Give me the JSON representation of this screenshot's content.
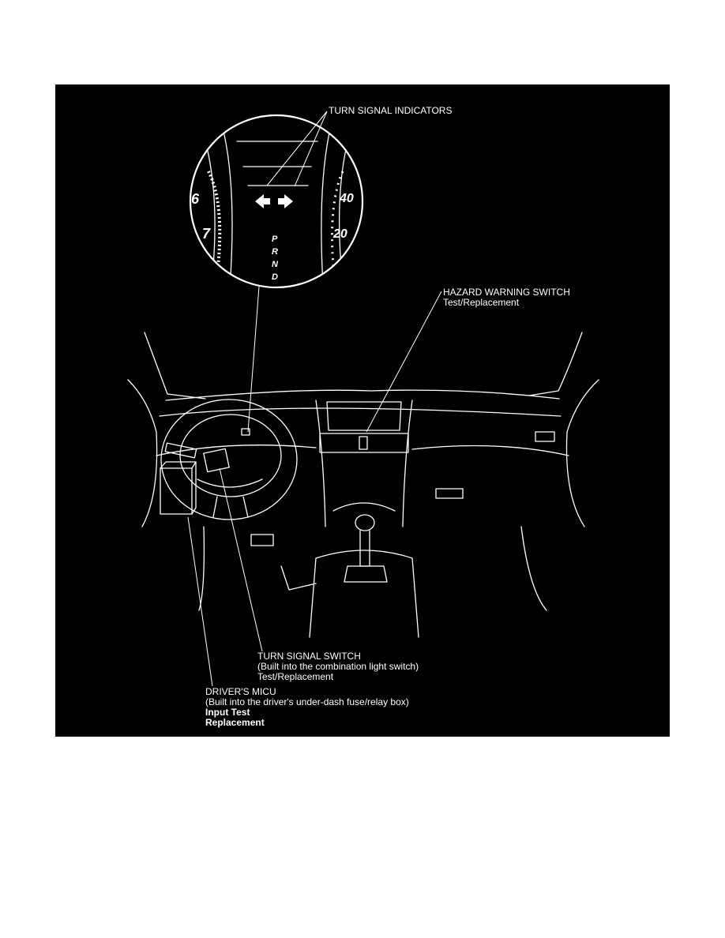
{
  "diagram": {
    "background": "#000000",
    "line_color": "#ffffff",
    "labels": {
      "turn_signal_indicators": "TURN SIGNAL INDICATORS",
      "hazard_title": "HAZARD WARNING SWITCH",
      "hazard_sub": "Test/Replacement",
      "switch_title": "TURN SIGNAL SWITCH",
      "switch_sub1": "(Built into the combination light switch)",
      "switch_sub2": "Test/Replacement",
      "micu_title": "DRIVER'S MICU",
      "micu_sub": "(Built into the driver's under-dash fuse/relay box)",
      "micu_input": "Input Test",
      "micu_replace": "Replacement"
    },
    "gauge": {
      "rpm_6": "6",
      "rpm_7": "7",
      "speed_40": "40",
      "speed_20": "20",
      "gear_p": "P",
      "gear_r": "R",
      "gear_n": "N",
      "gear_d": "D"
    }
  }
}
